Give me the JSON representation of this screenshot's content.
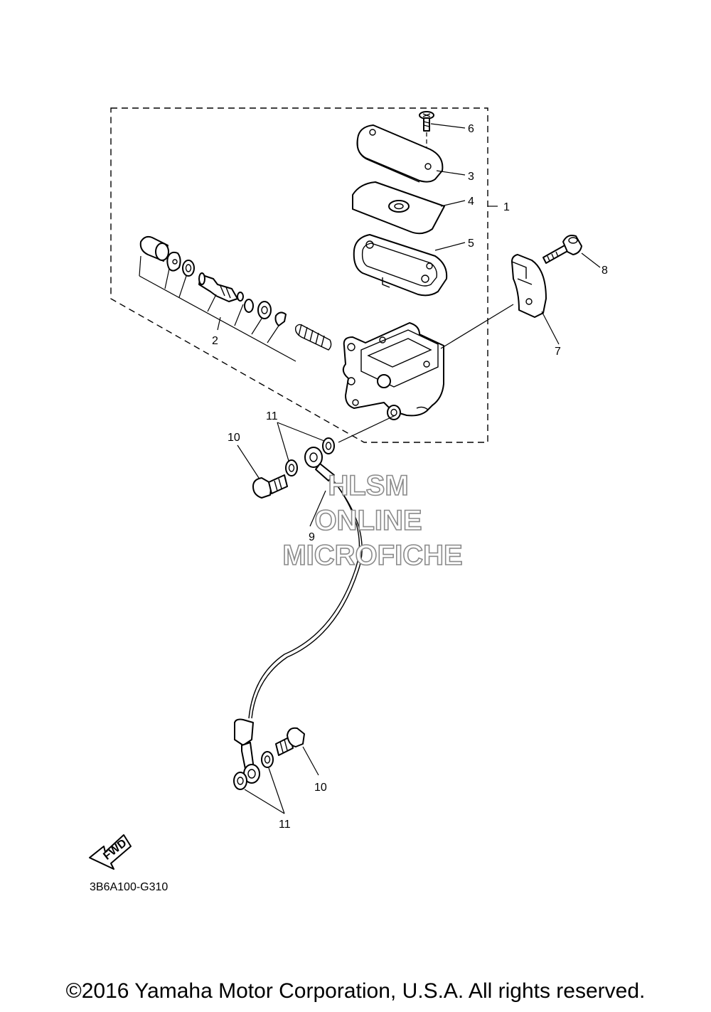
{
  "diagram": {
    "callouts": {
      "c1": "1",
      "c2": "2",
      "c3": "3",
      "c4": "4",
      "c5": "5",
      "c6": "6",
      "c7": "7",
      "c8": "8",
      "c9": "9",
      "c10a": "10",
      "c10b": "10",
      "c11a": "11",
      "c11b": "11"
    },
    "fwd_label": "FWD",
    "code": "3B6A100-G310"
  },
  "watermark": {
    "line1": "HLSM",
    "line2": "ONLINE",
    "line3": "MICROFICHE"
  },
  "copyright": "©2016 Yamaha Motor Corporation, U.S.A. All rights reserved."
}
